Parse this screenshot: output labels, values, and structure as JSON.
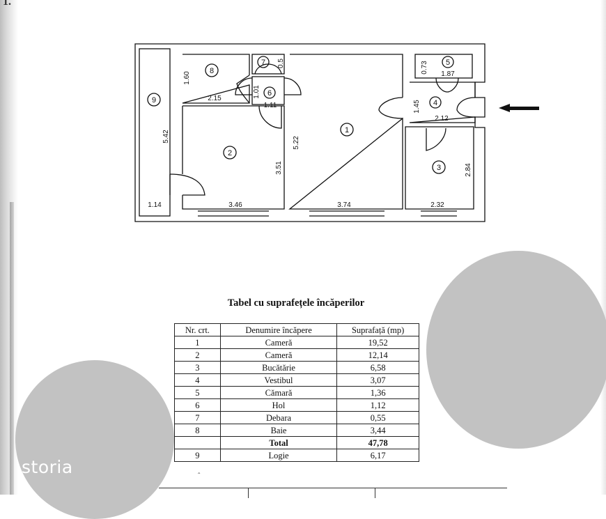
{
  "floor_plan": {
    "room_numbers": [
      "1",
      "2",
      "3",
      "4",
      "5",
      "6",
      "7",
      "8",
      "9"
    ],
    "dimensions": {
      "r8_height": "1.60",
      "r8_width": "2.15",
      "r7_top": "0.5",
      "r6_height": "1.01",
      "r6_width": "1.11",
      "r5_left": "0.73",
      "r5_width": "1.87",
      "r4_height": "1.45",
      "r4_width": "2.12",
      "r9_height": "5.42",
      "r9_width": "1.14",
      "r2_height": "3.51",
      "r2_width": "3.46",
      "r1_height": "5.22",
      "r1_width": "3.74",
      "r3_height": "2.84",
      "r3_width": "2.32"
    }
  },
  "table": {
    "title": "Tabel cu suprafețele încăperilor",
    "headers": [
      "Nr. crt.",
      "Denumire încăpere",
      "Suprafață (mp)"
    ],
    "rows": [
      {
        "nr": "1",
        "name": "Cameră",
        "area": "19,52"
      },
      {
        "nr": "2",
        "name": "Cameră",
        "area": "12,14"
      },
      {
        "nr": "3",
        "name": "Bucătărie",
        "area": "6,58"
      },
      {
        "nr": "4",
        "name": "Vestibul",
        "area": "3,07"
      },
      {
        "nr": "5",
        "name": "Cămară",
        "area": "1,36"
      },
      {
        "nr": "6",
        "name": "Hol",
        "area": "1,12"
      },
      {
        "nr": "7",
        "name": "Debara",
        "area": "0,55"
      },
      {
        "nr": "8",
        "name": "Baie",
        "area": "3,44"
      }
    ],
    "total": {
      "label": "Total",
      "area": "47,78"
    },
    "extra_row": {
      "nr": "9",
      "name": "Logie",
      "area": "6,17"
    }
  },
  "watermark": {
    "brand": "storia",
    "circle_color": "#c2c2c2"
  }
}
